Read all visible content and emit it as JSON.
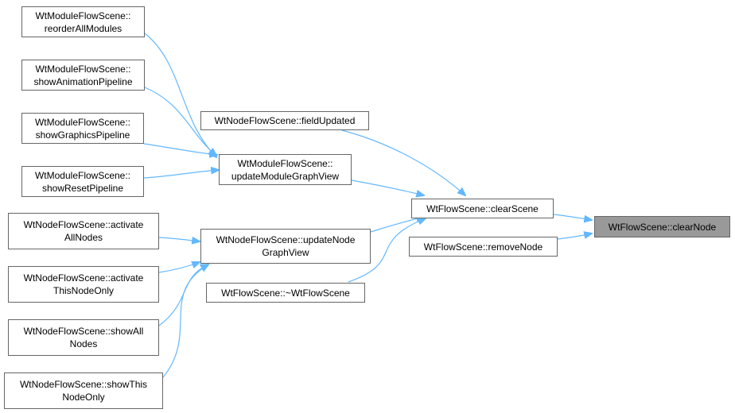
{
  "colors": {
    "edge": "#63b8ff",
    "node_border": "#666666",
    "active_fill": "#999999"
  },
  "nodes": {
    "reorder": {
      "line1": "WtModuleFlowScene::",
      "line2": "reorderAllModules"
    },
    "show_anim": {
      "line1": "WtModuleFlowScene::",
      "line2": "showAnimationPipeline"
    },
    "show_graphics": {
      "line1": "WtModuleFlowScene::",
      "line2": "showGraphicsPipeline"
    },
    "show_reset": {
      "line1": "WtModuleFlowScene::",
      "line2": "showResetPipeline"
    },
    "field_updated": {
      "line1": "WtNodeFlowScene::fieldUpdated"
    },
    "update_module": {
      "line1": "WtModuleFlowScene::",
      "line2": "updateModuleGraphView"
    },
    "activate_all": {
      "line1": "WtNodeFlowScene::activate",
      "line2": "AllNodes"
    },
    "update_node": {
      "line1": "WtNodeFlowScene::updateNode",
      "line2": "GraphView"
    },
    "activate_this": {
      "line1": "WtNodeFlowScene::activate",
      "line2": "ThisNodeOnly"
    },
    "destructor": {
      "line1": "WtFlowScene::~WtFlowScene"
    },
    "show_all": {
      "line1": "WtNodeFlowScene::showAll",
      "line2": "Nodes"
    },
    "show_this": {
      "line1": "WtNodeFlowScene::showThis",
      "line2": "NodeOnly"
    },
    "clear_scene": {
      "line1": "WtFlowScene::clearScene"
    },
    "remove_node": {
      "line1": "WtFlowScene::removeNode"
    },
    "clear_node": {
      "line1": "WtFlowScene::clearNode"
    }
  }
}
